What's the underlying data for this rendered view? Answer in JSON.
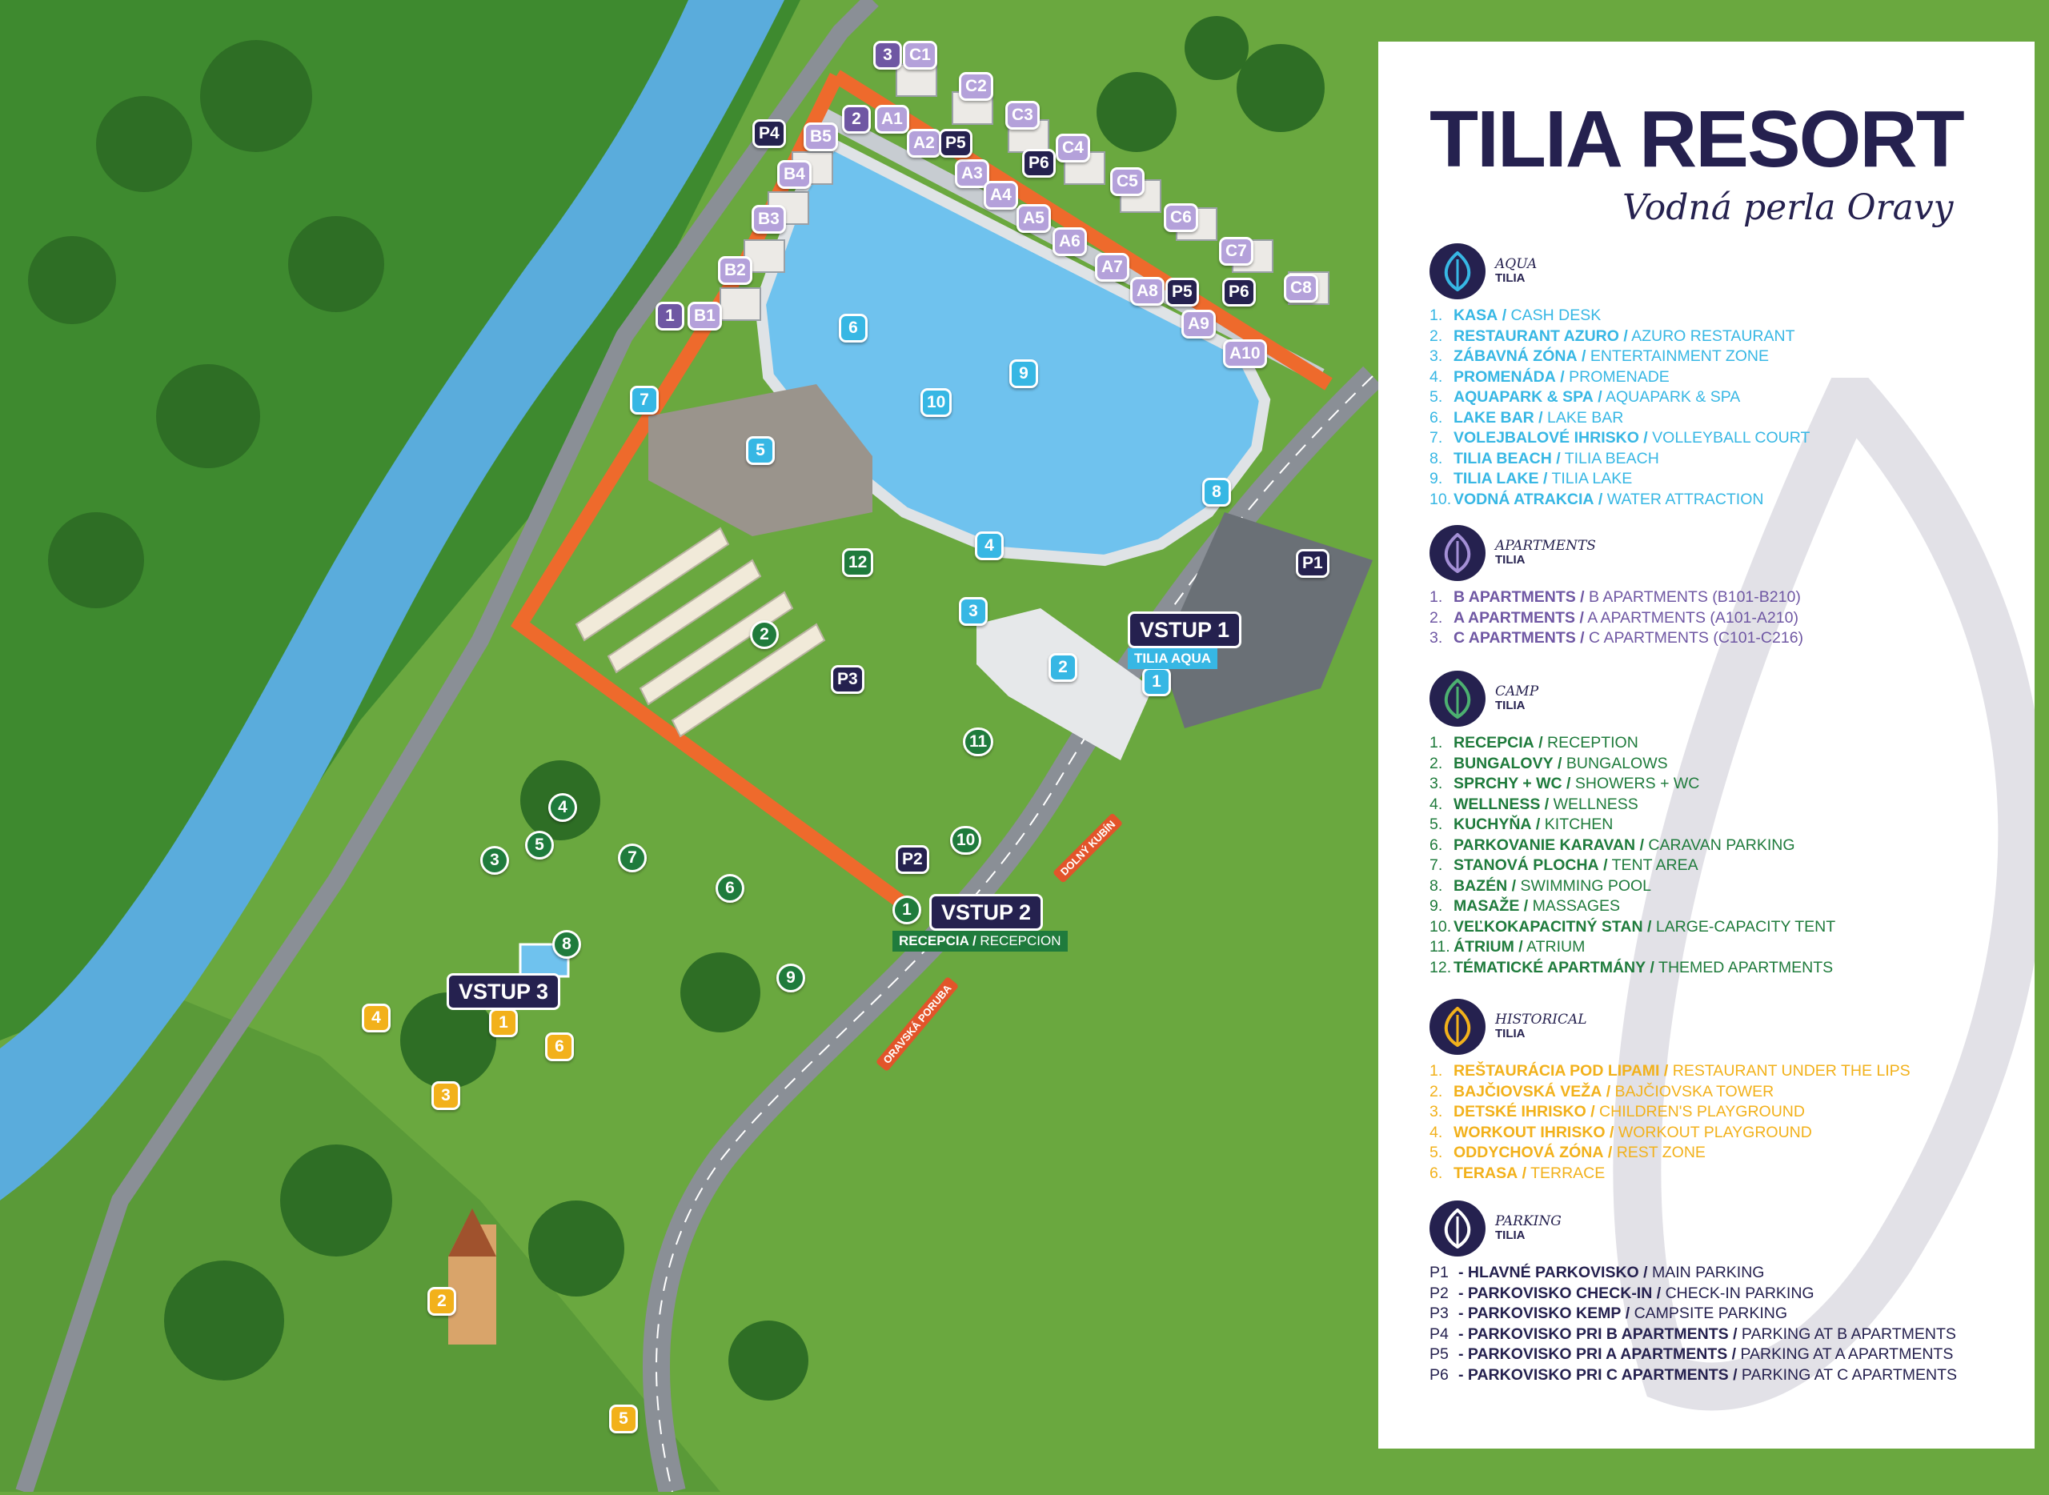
{
  "panel": {
    "title": "TILIA RESORT",
    "subtitle": "Vodná perla Oravy",
    "sections": [
      {
        "key": "aqua",
        "head1": "AQUA",
        "head2": "TILIA",
        "color": "#37b7e4",
        "items": [
          {
            "n": "1.",
            "sk": "KASA",
            "sep": "/",
            "en": "CASH DESK"
          },
          {
            "n": "2.",
            "sk": "RESTAURANT AZURO",
            "sep": "/",
            "en": "AZURO RESTAURANT"
          },
          {
            "n": "3.",
            "sk": "ZÁBAVNÁ ZÓNA",
            "sep": "/",
            "en": "ENTERTAINMENT ZONE"
          },
          {
            "n": "4.",
            "sk": "PROMENÁDA",
            "sep": "/",
            "en": "PROMENADE"
          },
          {
            "n": "5.",
            "sk": "AQUAPARK & SPA",
            "sep": "/",
            "en": "AQUAPARK & SPA"
          },
          {
            "n": "6.",
            "sk": "LAKE BAR",
            "sep": "/",
            "en": "LAKE BAR"
          },
          {
            "n": "7.",
            "sk": "VOLEJBALOVÉ IHRISKO",
            "sep": "/",
            "en": "VOLLEYBALL COURT"
          },
          {
            "n": "8.",
            "sk": "TILIA BEACH",
            "sep": "/",
            "en": "TILIA BEACH"
          },
          {
            "n": "9.",
            "sk": "TILIA LAKE",
            "sep": "/",
            "en": "TILIA LAKE"
          },
          {
            "n": "10.",
            "sk": "VODNÁ ATRAKCIA",
            "sep": "/",
            "en": "WATER ATTRACTION"
          }
        ]
      },
      {
        "key": "apt",
        "head1": "APARTMENTS",
        "head2": "TILIA",
        "color": "#6f57a3",
        "items": [
          {
            "n": "1.",
            "sk": "B APARTMENTS",
            "sep": "/",
            "en": "B APARTMENTS (B101-B210)"
          },
          {
            "n": "2.",
            "sk": "A APARTMENTS",
            "sep": "/",
            "en": "A APARTMENTS (A101-A210)"
          },
          {
            "n": "3.",
            "sk": "C APARTMENTS",
            "sep": "/",
            "en": "C APARTMENTS (C101-C216)"
          }
        ]
      },
      {
        "key": "camp",
        "head1": "CAMP",
        "head2": "TILIA",
        "color": "#1f7b3c",
        "items": [
          {
            "n": "1.",
            "sk": "RECEPCIA",
            "sep": "/",
            "en": "RECEPTION"
          },
          {
            "n": "2.",
            "sk": "BUNGALOVY",
            "sep": "/",
            "en": "BUNGALOWS"
          },
          {
            "n": "3.",
            "sk": "SPRCHY + WC",
            "sep": "/",
            "en": "SHOWERS + WC"
          },
          {
            "n": "4.",
            "sk": "WELLNESS",
            "sep": "/",
            "en": "WELLNESS"
          },
          {
            "n": "5.",
            "sk": "KUCHYŇA",
            "sep": "/",
            "en": "KITCHEN"
          },
          {
            "n": "6.",
            "sk": "PARKOVANIE KARAVAN",
            "sep": "/",
            "en": "CARAVAN PARKING"
          },
          {
            "n": "7.",
            "sk": "STANOVÁ PLOCHA",
            "sep": "/",
            "en": "TENT AREA"
          },
          {
            "n": "8.",
            "sk": "BAZÉN",
            "sep": "/",
            "en": "SWIMMING POOL"
          },
          {
            "n": "9.",
            "sk": "MASAŽE",
            "sep": "/",
            "en": "MASSAGES"
          },
          {
            "n": "10.",
            "sk": "VEĽKOKAPACITNÝ STAN",
            "sep": "/",
            "en": "LARGE-CAPACITY TENT"
          },
          {
            "n": "11.",
            "sk": "ÁTRIUM",
            "sep": "/",
            "en": "ATRIUM"
          },
          {
            "n": "12.",
            "sk": "TÉMATICKÉ APARTMÁNY",
            "sep": "/",
            "en": "THEMED APARTMENTS"
          }
        ]
      },
      {
        "key": "hist",
        "head1": "HISTORICAL",
        "head2": "TILIA",
        "color": "#f2b11b",
        "items": [
          {
            "n": "1.",
            "sk": "REŠTAURÁCIA POD LIPAMI",
            "sep": "/",
            "en": "RESTAURANT UNDER THE LIPS"
          },
          {
            "n": "2.",
            "sk": "BAJČIOVSKÁ VEŽA",
            "sep": "/",
            "en": "BAJČIOVSKA TOWER"
          },
          {
            "n": "3.",
            "sk": "DETSKÉ IHRISKO",
            "sep": "/",
            "en": "CHILDREN'S PLAYGROUND"
          },
          {
            "n": "4.",
            "sk": "WORKOUT IHRISKO",
            "sep": "/",
            "en": "WORKOUT PLAYGROUND"
          },
          {
            "n": "5.",
            "sk": "ODDYCHOVÁ ZÓNA",
            "sep": "/",
            "en": "REST ZONE"
          },
          {
            "n": "6.",
            "sk": "TERASA",
            "sep": "/",
            "en": "TERRACE"
          }
        ]
      },
      {
        "key": "park",
        "head1": "PARKING",
        "head2": "TILIA",
        "color": "#25214f",
        "items": [
          {
            "n": "P1",
            "sk": "- HLAVNÉ PARKOVISKO",
            "sep": "/",
            "en": "MAIN PARKING"
          },
          {
            "n": "P2",
            "sk": "- PARKOVISKO CHECK-IN",
            "sep": "/",
            "en": "CHECK-IN PARKING"
          },
          {
            "n": "P3",
            "sk": "- PARKOVISKO KEMP",
            "sep": "/",
            "en": "CAMPSITE PARKING"
          },
          {
            "n": "P4",
            "sk": "- PARKOVISKO PRI B APARTMENTS",
            "sep": "/",
            "en": "PARKING AT B APARTMENTS"
          },
          {
            "n": "P5",
            "sk": "- PARKOVISKO PRI A APARTMENTS",
            "sep": "/",
            "en": "PARKING AT A APARTMENTS"
          },
          {
            "n": "P6",
            "sk": "- PARKOVISKO PRI C APARTMENTS",
            "sep": "/",
            "en": "PARKING AT C APARTMENTS"
          }
        ]
      }
    ]
  },
  "map": {
    "markers": {
      "aqua": [
        "1",
        "2",
        "3",
        "4",
        "5",
        "6",
        "7",
        "8",
        "9",
        "10"
      ],
      "apt": [
        "1",
        "2",
        "3"
      ],
      "apt_labels": [
        "B1",
        "B2",
        "B3",
        "B4",
        "B5",
        "A1",
        "A2",
        "A3",
        "A4",
        "A5",
        "A6",
        "A7",
        "A8",
        "A9",
        "A10",
        "C1",
        "C2",
        "C3",
        "C4",
        "C5",
        "C6",
        "C7",
        "C8"
      ],
      "camp": [
        "1",
        "2",
        "3",
        "4",
        "5",
        "6",
        "7",
        "8",
        "9",
        "10",
        "11",
        "12"
      ],
      "hist": [
        "1",
        "2",
        "3",
        "4",
        "5",
        "6"
      ],
      "park": [
        "P1",
        "P2",
        "P3",
        "P4",
        "P5",
        "P5",
        "P6",
        "P6"
      ]
    },
    "entries": {
      "vstup1": {
        "title": "VSTUP 1",
        "sub": "TILIA AQUA"
      },
      "vstup2": {
        "title": "VSTUP 2",
        "sub_sk": "RECEPCIA",
        "sub_sep": "/",
        "sub_en": "RECEPCION"
      },
      "vstup3": {
        "title": "VSTUP 3"
      }
    },
    "roads": {
      "dolny_kubin": "DOLNÝ KUBÍN",
      "oravska_poruba": "ORAVSKÁ PORUBA"
    }
  }
}
